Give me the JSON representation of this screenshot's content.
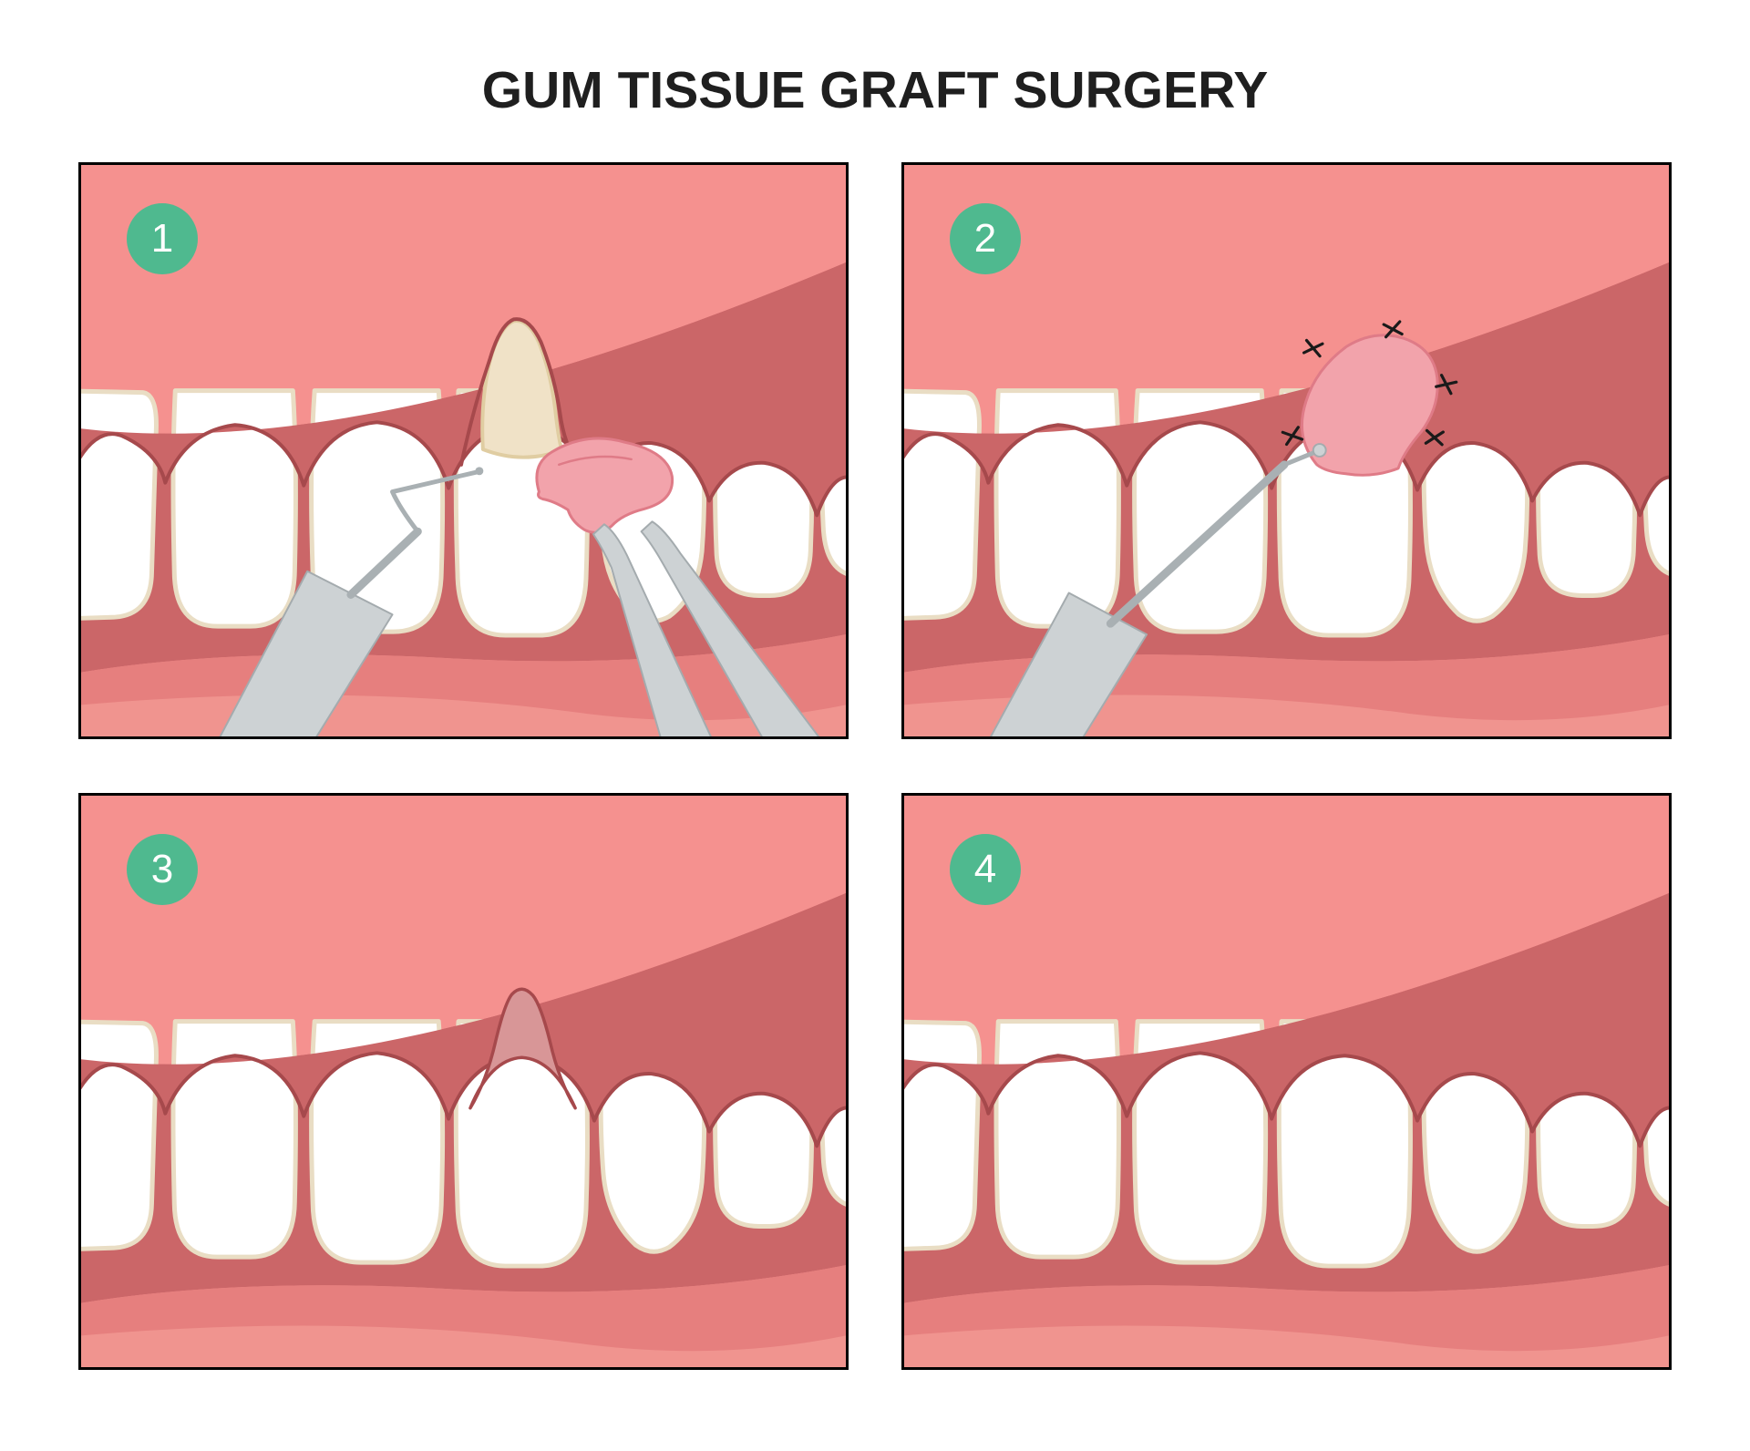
{
  "title": "GUM TISSUE GRAFT SURGERY",
  "panels": [
    {
      "number": "1"
    },
    {
      "number": "2"
    },
    {
      "number": "3"
    },
    {
      "number": "4"
    }
  ],
  "colors": {
    "title_color": "#1f1f1f",
    "panel_border": "#000000",
    "badge": "#4fb98f",
    "badge_text": "#ffffff",
    "mouth_light": "#f5918f",
    "gum_dark": "#cb6668",
    "mouth_lower": "#e67f7e",
    "mouth_band": "#f0948f",
    "tooth": "#ffffff",
    "tooth_outline": "#e9ddc4",
    "gum_line": "#a6494c",
    "root": "#f0e2c7",
    "root_outline": "#e0cda2",
    "graft": "#f2a3ab",
    "graft_outline": "#df7b87",
    "graft_healed": "#d89697",
    "tool": "#cdd2d4",
    "tool_edge": "#a4abae",
    "tool_shaft": "#a9b0b3",
    "suture": "#1a1a1a"
  }
}
